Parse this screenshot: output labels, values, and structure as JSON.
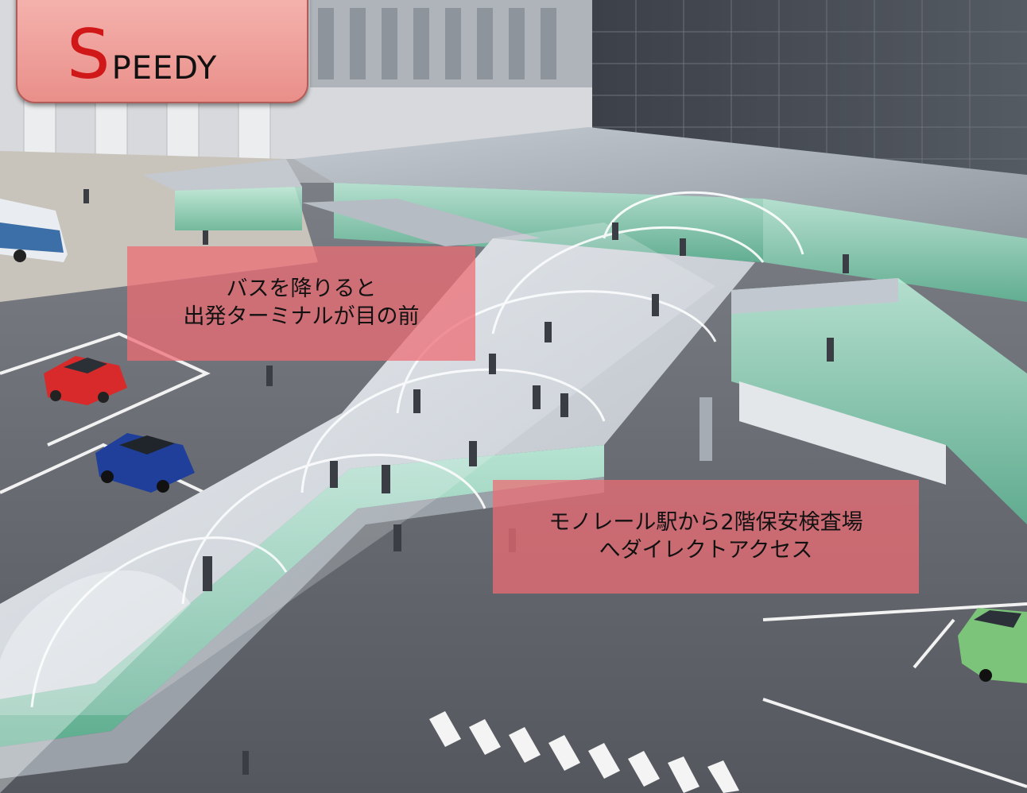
{
  "badge": {
    "initial": "S",
    "rest": "PEEDY"
  },
  "callouts": {
    "bus": {
      "line1": "バスを降りると",
      "line2": "出発ターミナルが目の前"
    },
    "monorail": {
      "line1": "モノレール駅から2階保安検査場",
      "line2": "へダイレクトアクセス"
    }
  },
  "colors": {
    "badge_fill": "#f0a5a0",
    "badge_initial": "#d01818",
    "callout_fill": "#ee6c74",
    "walkway_glass": "#9fe0c8"
  }
}
